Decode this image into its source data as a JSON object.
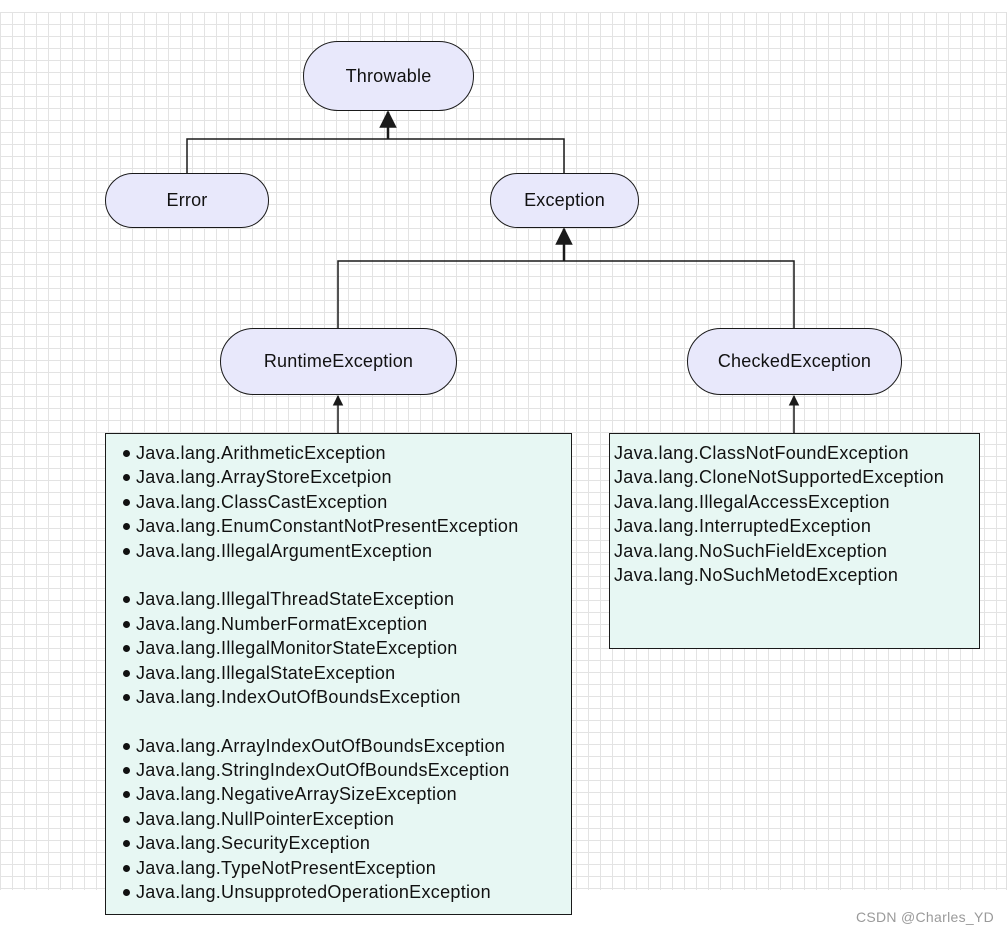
{
  "colors": {
    "node_fill": "#e8e8fb",
    "list_fill": "#e7f7f3",
    "stroke": "#1a1a1a",
    "grid_line": "#e3e3e3"
  },
  "nodes": {
    "throwable": "Throwable",
    "error": "Error",
    "exception": "Exception",
    "runtime_exception": "RuntimeException",
    "checked_exception": "CheckedException"
  },
  "runtime_list": {
    "groups": [
      [
        "Java.lang.ArithmeticException",
        "Java.lang.ArrayStoreExcetpion",
        "Java.lang.ClassCastException",
        "Java.lang.EnumConstantNotPresentException",
        "Java.lang.IllegalArgumentException"
      ],
      [
        "Java.lang.IllegalThreadStateException",
        "Java.lang.NumberFormatException",
        "Java.lang.IllegalMonitorStateException",
        "Java.lang.IllegalStateException",
        "Java.lang.IndexOutOfBoundsException"
      ],
      [
        "Java.lang.ArrayIndexOutOfBoundsException",
        "Java.lang.StringIndexOutOfBoundsException",
        "Java.lang.NegativeArraySizeException",
        "Java.lang.NullPointerException",
        "Java.lang.SecurityException",
        "Java.lang.TypeNotPresentException",
        "Java.lang.UnsupprotedOperationException"
      ]
    ]
  },
  "checked_list": {
    "items": [
      "Java.lang.ClassNotFoundException",
      "Java.lang.CloneNotSupportedException",
      "Java.lang.IllegalAccessException",
      "Java.lang.InterruptedException",
      "Java.lang.NoSuchFieldException",
      "Java.lang.NoSuchMetodException"
    ]
  },
  "watermark": "CSDN @Charles_YD"
}
